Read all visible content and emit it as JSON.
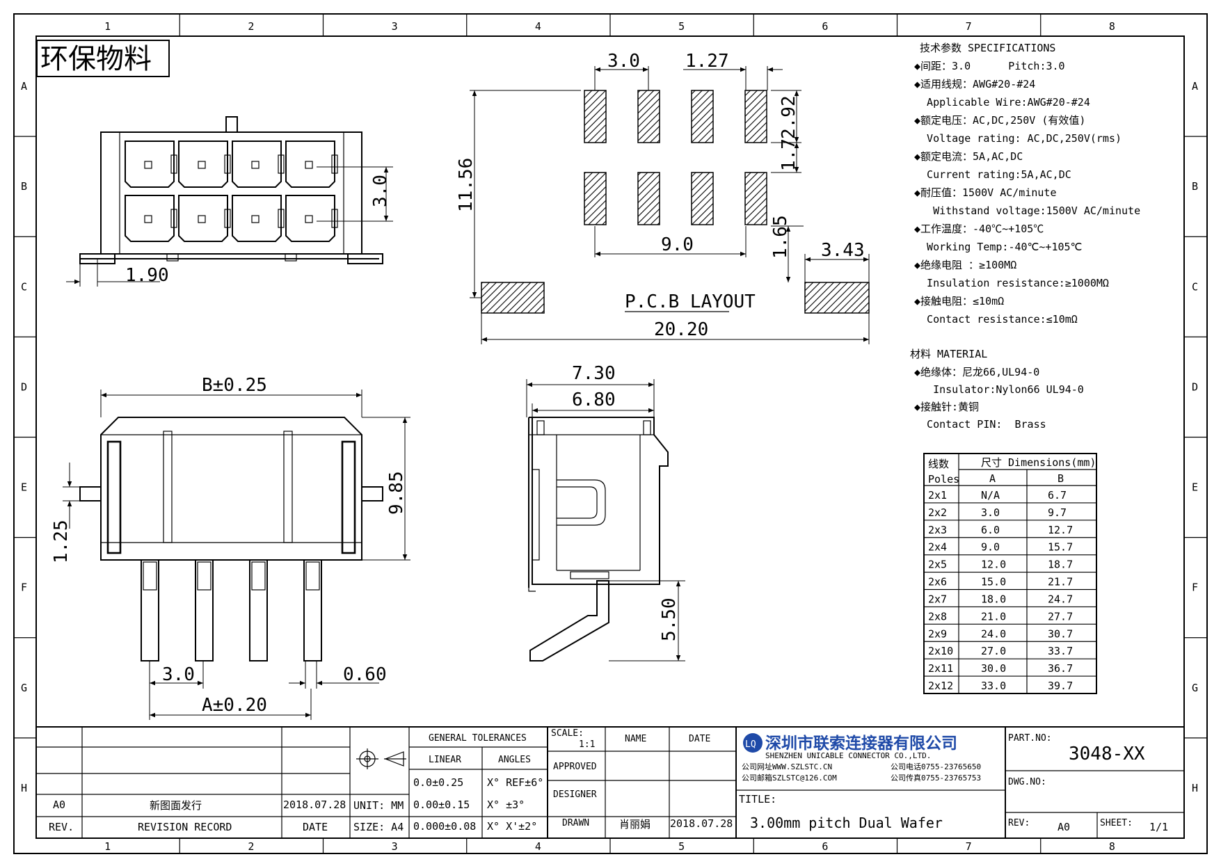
{
  "frame": {
    "columns": [
      "1",
      "2",
      "3",
      "4",
      "5",
      "6",
      "7",
      "8"
    ],
    "rows": [
      "A",
      "B",
      "C",
      "D",
      "E",
      "F",
      "G",
      "H"
    ]
  },
  "stamp": "环保物料",
  "top_view": {
    "dims": {
      "pitch": "3.0",
      "offset": "1.90"
    }
  },
  "pcb_layout": {
    "title": "P.C.B LAYOUT",
    "dims": {
      "pitch": "3.0",
      "pad_width": "1.27",
      "pad_height": "2.92",
      "row_gap": "1.7",
      "height": "11.56",
      "span": "9.0",
      "tab_gap": "1.65",
      "tab_width": "3.43",
      "total_width": "20.20"
    }
  },
  "front_view": {
    "dims": {
      "width_b": "B±0.25",
      "height": "9.85",
      "tab": "1.25",
      "pitch": "3.0",
      "pin": "0.60",
      "width_a": "A±0.20"
    }
  },
  "side_view": {
    "dims": {
      "outer": "7.30",
      "inner": "6.80",
      "pin_length": "5.50"
    }
  },
  "specifications": {
    "heading": "技术参数 SPECIFICATIONS",
    "lines": [
      "◆间距：3.0      Pitch:3.0",
      "◆适用线规：AWG#20-#24",
      "  Applicable Wire:AWG#20-#24",
      "◆额定电压：AC,DC,250V (有效值)",
      "  Voltage rating: AC,DC,250V(rms)",
      "◆额定电流：5A,AC,DC",
      "  Current rating:5A,AC,DC",
      "◆耐压值：1500V AC/minute",
      "   Withstand voltage:1500V AC/minute",
      "◆工作温度：-40℃~+105℃",
      "  Working Temp:-40℃~+105℃",
      "◆绝缘电阻 ：≥100MΩ",
      "  Insulation resistance:≥1000MΩ",
      "◆接触电阻：≤10mΩ",
      "  Contact resistance:≤10mΩ"
    ],
    "material_heading": "材料  MATERIAL",
    "material_lines": [
      "◆绝缘体：尼龙66,UL94-0",
      "   Insulator:Nylon66 UL94-0",
      "◆接触针:黄铜",
      "  Contact PIN:  Brass"
    ]
  },
  "dimension_table": {
    "col1_header_cn": "线数",
    "col1_header_en": "Poles",
    "header": "尺寸 Dimensions(mm)",
    "col_a": "A",
    "col_b": "B",
    "rows": [
      [
        "2x1",
        "N/A",
        "6.7"
      ],
      [
        "2x2",
        "3.0",
        "9.7"
      ],
      [
        "2x3",
        "6.0",
        "12.7"
      ],
      [
        "2x4",
        "9.0",
        "15.7"
      ],
      [
        "2x5",
        "12.0",
        "18.7"
      ],
      [
        "2x6",
        "15.0",
        "21.7"
      ],
      [
        "2x7",
        "18.0",
        "24.7"
      ],
      [
        "2x8",
        "21.0",
        "27.7"
      ],
      [
        "2x9",
        "24.0",
        "30.7"
      ],
      [
        "2x10",
        "27.0",
        "33.7"
      ],
      [
        "2x11",
        "30.0",
        "36.7"
      ],
      [
        "2x12",
        "33.0",
        "39.7"
      ]
    ]
  },
  "title_block": {
    "rev_label": "REV.",
    "revision_record_label": "REVISION RECORD",
    "date_label": "DATE",
    "rev_value": "A0",
    "revision_text": "新图面发行",
    "revision_date": "2018.07.28",
    "unit": "UNIT: MM",
    "size": "SIZE: A4",
    "general_tolerances": "GENERAL TOLERANCES",
    "linear": "LINEAR",
    "angles": "ANGLES",
    "tol_rows": [
      [
        "0.0±0.25",
        "X° REF±6°"
      ],
      [
        "0.00±0.15",
        "X° ±3°"
      ],
      [
        "0.000±0.08",
        "X° X'±2°"
      ]
    ],
    "scale_label": "SCALE:",
    "scale_value": "1:1",
    "name_label": "NAME",
    "date_col_label": "DATE",
    "approved": "APPROVED",
    "designer": "DESIGNER",
    "drawn": "DRAWN",
    "drawn_name": "肖丽娟",
    "drawn_date": "2018.07.28",
    "company_cn": "深圳市联索连接器有限公司",
    "company_en": "SHENZHEN UNICABLE CONNECTOR CO.,LTD.",
    "website": "公司网址WWW.SZLSTC.CN",
    "email": "公司邮箱SZLSTC@126.COM",
    "phone": "公司电话0755-23765650",
    "fax": "公司传真0755-23765753",
    "logo_letters": "LQ",
    "title_label": "TITLE:",
    "title_value": "3.00mm pitch Dual Wafer",
    "part_no_label": "PART.NO:",
    "part_no": "3048-XX",
    "dwg_no_label": "DWG.NO:",
    "rev2_label": "REV:",
    "rev2_value": "A0",
    "sheet_label": "SHEET:",
    "sheet_value": "1/1"
  }
}
